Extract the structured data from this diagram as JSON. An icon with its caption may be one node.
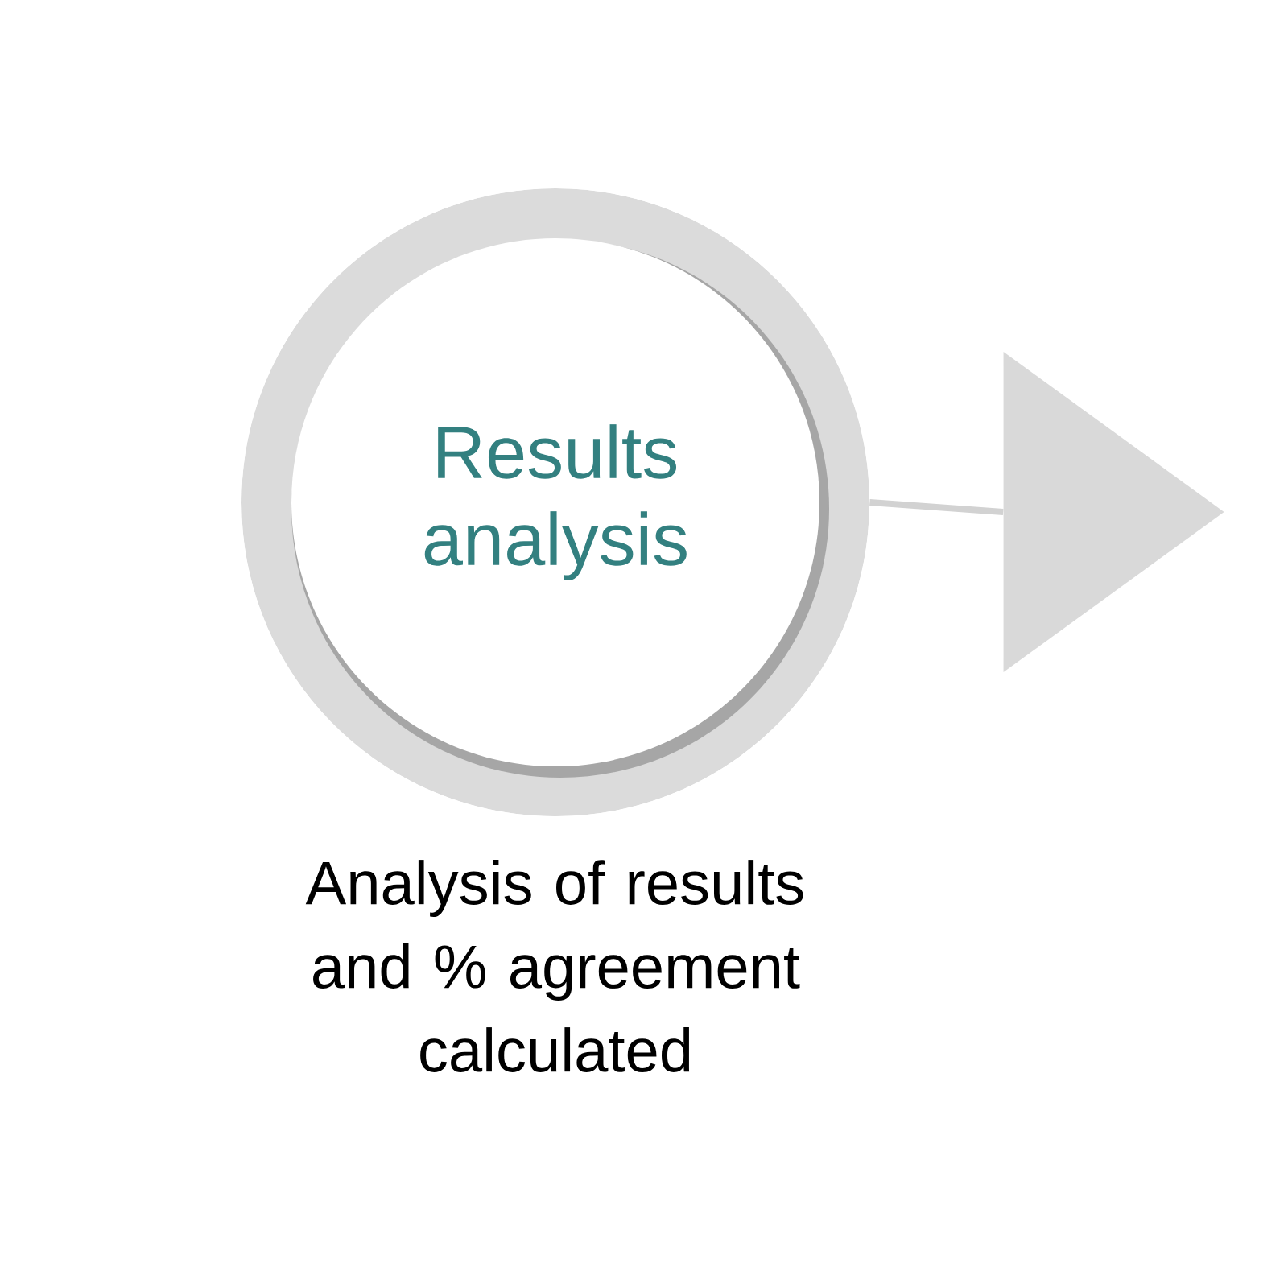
{
  "diagram": {
    "nodes": [
      {
        "text": [
          "Results analysis"
        ],
        "beside": [
          "Analysis of results and % agreement calculated"
        ]
      },
      {
        "text": [],
        "shape": "triangle"
      }
    ],
    "edges": [
      {
        "from": 0,
        "to": 1,
        "arrow": "none"
      }
    ]
  }
}
